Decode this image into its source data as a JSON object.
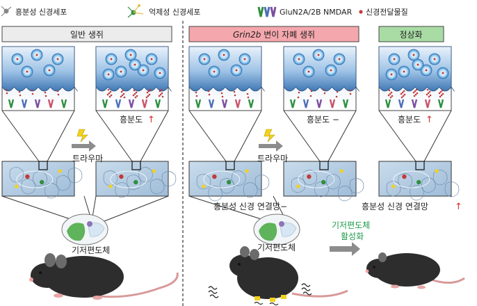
{
  "legend": {
    "excitatory_neuron": "흥분성 신경세포",
    "inhibitory_neuron": "억제성 신경세포",
    "receptor": "GluN2A/2B NMDAR",
    "neurotransmitter": "신경전달물질"
  },
  "panels": {
    "normal": {
      "title": "일반 생쥐"
    },
    "mutant": {
      "title_italic": "Grin2b",
      "title_rest": " 변이 자폐 생쥐"
    },
    "restored": {
      "title": "정상화"
    }
  },
  "labels": {
    "excitability_up": "흥분도",
    "excitability_neutral": "흥분도 −",
    "trauma": "트라우마",
    "basal_ganglia": "기저편도체",
    "network_neutral": "흥분성 신경 연결망−",
    "network_up": "흥분성 신경 연결망",
    "activation_line1": "기저편도체",
    "activation_line2": "활성화"
  },
  "colors": {
    "normal_header": "#ececec",
    "mutant_header": "#f4a7ad",
    "restored_header": "#a9dba4",
    "vesicle": "#4f9bd6",
    "transmitter": "#c23a3a",
    "up_arrow": "#d72a2a",
    "activation_text": "#1d9a4a"
  }
}
